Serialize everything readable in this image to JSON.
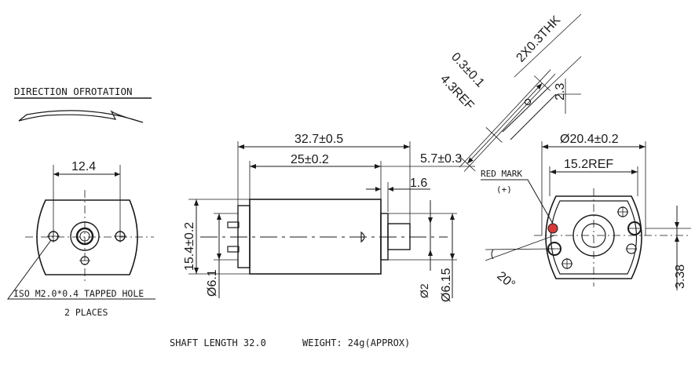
{
  "notes": {
    "direction": "DIRECTION OFROTATION",
    "iso_hole": "ISO M2.0*0.4 TAPPED HOLE",
    "places": "2 PLACES",
    "red_mark": "RED MARK",
    "red_mark_sign": "(+)",
    "shaft_length": "SHAFT LENGTH 32.0",
    "weight": "WEIGHT: 24g(APPROX)"
  },
  "dims": {
    "hole_spacing": "12.4",
    "overall_length": "32.7±0.5",
    "body_length": "25±0.2",
    "shaft_ext": "5.7±0.3",
    "boss": "1.6",
    "height": "15.4±0.2",
    "boss_dia": "Ø6.1",
    "shaft_dia": "Ø2",
    "boss_dia_2": "Ø6.15",
    "terminal_thk": "2X0.3THK",
    "terminal_tol": "0.3±0.1",
    "terminal_ref": "4.3REF",
    "terminal_w": "2.3",
    "outer_dia": "Ø20.4±0.2",
    "flat_ref": "15.2REF",
    "offset": "3.38",
    "angle": "20°"
  },
  "colors": {
    "line": "#1a1a1a",
    "red_mark": "#d83a3a"
  }
}
